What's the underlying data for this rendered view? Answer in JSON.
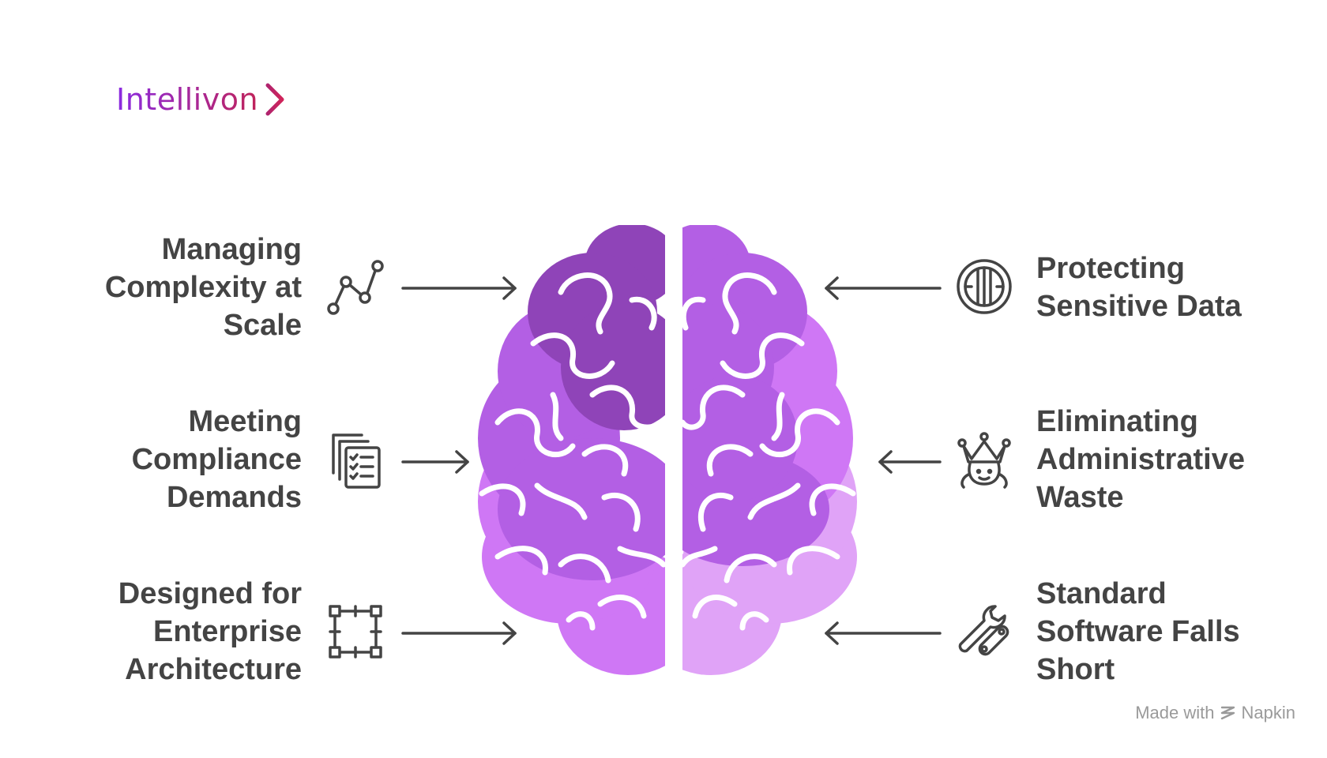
{
  "brand": {
    "name": "Intellivon"
  },
  "left_items": [
    {
      "lines": [
        "Managing",
        "Complexity at",
        "Scale"
      ],
      "icon": "line-chart-icon"
    },
    {
      "lines": [
        "Meeting",
        "Compliance",
        "Demands"
      ],
      "icon": "documents-checklist-icon"
    },
    {
      "lines": [
        "Designed for",
        "Enterprise",
        "Architecture"
      ],
      "icon": "frame-grid-icon"
    }
  ],
  "right_items": [
    {
      "lines": [
        "Protecting",
        "Sensitive Data"
      ],
      "icon": "vault-icon"
    },
    {
      "lines": [
        "Eliminating",
        "Administrative",
        "Waste"
      ],
      "icon": "queen-crown-icon"
    },
    {
      "lines": [
        "Standard",
        "Software Falls",
        "Short"
      ],
      "icon": "wrench-tools-icon"
    }
  ],
  "colors": {
    "text": "#444444",
    "brain_dark": "#8f44b8",
    "brain_mid": "#b35fe4",
    "brain_light": "#cf77f5",
    "brain_lighter": "#e0a3f7",
    "logo_start": "#8a2be2",
    "logo_end": "#c0245a"
  },
  "footer": {
    "text": "Made with",
    "brand": "Napkin"
  }
}
